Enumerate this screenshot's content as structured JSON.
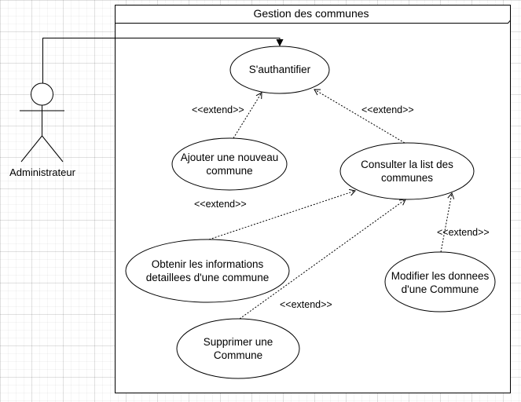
{
  "system": {
    "title": "Gestion des communes"
  },
  "actor": {
    "name": "Administrateur"
  },
  "use_cases": {
    "authentifier": "S'authantifier",
    "ajouter": "Ajouter une nouveau\ncommune",
    "consulter": "Consulter la list des\ncommunes",
    "obtenir": "Obtenir les informations\ndetaillees d'une commune",
    "modifier": "Modifier les donnees\nd'une Commune",
    "supprimer": "Supprimer une\nCommune"
  },
  "relations": {
    "extend_label": "<<extend>>"
  }
}
